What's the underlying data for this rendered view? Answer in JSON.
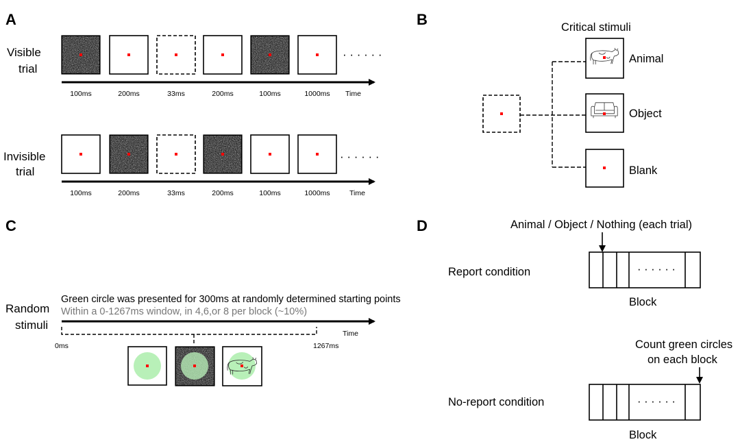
{
  "colors": {
    "fixation": "#ff0000",
    "green_circle": "#b8f0b8",
    "noise_dark": "#1a1a1a",
    "noise_light": "#9a9a9a",
    "gray_text": "#777777"
  },
  "panel_a": {
    "label": "A",
    "visible": {
      "label_line1": "Visible",
      "label_line2": "trial",
      "frames": [
        {
          "kind": "noise",
          "duration": "100ms"
        },
        {
          "kind": "solid",
          "duration": "200ms"
        },
        {
          "kind": "dashed",
          "duration": "33ms"
        },
        {
          "kind": "solid",
          "duration": "200ms"
        },
        {
          "kind": "noise",
          "duration": "100ms"
        },
        {
          "kind": "solid",
          "duration": "1000ms"
        }
      ],
      "ellipsis": "· · ·   · · ·",
      "time_label": "Time"
    },
    "invisible": {
      "label_line1": "Invisible",
      "label_line2": "trial",
      "frames": [
        {
          "kind": "solid",
          "duration": "100ms"
        },
        {
          "kind": "noise",
          "duration": "200ms"
        },
        {
          "kind": "dashed",
          "duration": "33ms"
        },
        {
          "kind": "noise",
          "duration": "200ms"
        },
        {
          "kind": "solid",
          "duration": "100ms"
        },
        {
          "kind": "solid",
          "duration": "1000ms"
        }
      ],
      "ellipsis": "· · ·   · · ·",
      "time_label": "Time"
    }
  },
  "panel_b": {
    "label": "B",
    "title": "Critical stimuli",
    "options": [
      {
        "label": "Animal",
        "image": "cow-icon"
      },
      {
        "label": "Object",
        "image": "sofa-icon"
      },
      {
        "label": "Blank",
        "image": "none"
      }
    ]
  },
  "panel_c": {
    "label": "C",
    "row_label_line1": "Random",
    "row_label_line2": "stimuli",
    "description": "Green circle was presented for 300ms at randomly determined starting points",
    "subdescription": "Within a 0-1267ms window, in 4,6,or 8 per block (~10%)",
    "time_label": "Time",
    "start_label": "0ms",
    "end_label": "1267ms"
  },
  "panel_d": {
    "label": "D",
    "report": {
      "annotation": "Animal / Object / Nothing (each trial)",
      "condition": "Report condition",
      "block_label": "Block",
      "ellipsis": "· · ·   · · ·"
    },
    "noreport": {
      "annotation_line1": "Count green circles",
      "annotation_line2": "on each block",
      "condition": "No-report condition",
      "block_label": "Block",
      "ellipsis": "· · ·   · · ·"
    }
  }
}
